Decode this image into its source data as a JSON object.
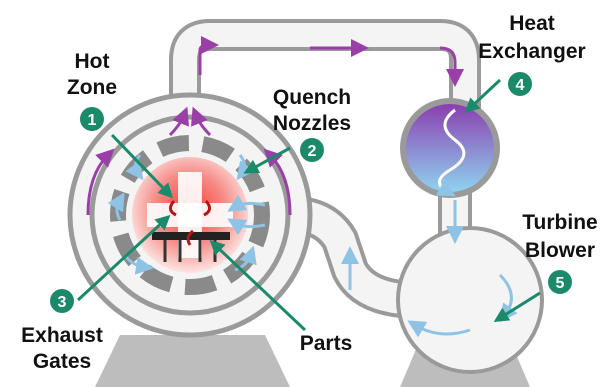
{
  "labels": {
    "hot_zone": {
      "line1": "Hot",
      "line2": "Zone",
      "number": "1"
    },
    "quench_nozzles": {
      "line1": "Quench",
      "line2": "Nozzles",
      "number": "2"
    },
    "exhaust_gates": {
      "line1": "Exhaust",
      "line2": "Gates",
      "number": "3"
    },
    "heat_exchanger": {
      "line1": "Heat",
      "line2": "Exchanger",
      "number": "4"
    },
    "turbine_blower": {
      "line1": "Turbine",
      "line2": "Blower",
      "number": "5"
    },
    "parts": {
      "line1": "Parts"
    }
  },
  "colors": {
    "badge": "#1a8a6a",
    "pipe": "#9a9a9a",
    "pipe_fill": "#f4f4f4",
    "flow_arrow": "#8fc3e6",
    "return_arrow": "#9a3fa8",
    "hot_core": "#e53030",
    "heat_exchanger_top": "#8a3fb0",
    "heat_exchanger_bottom": "#8fd3f0",
    "stand": "#bdbdbd"
  },
  "icons": {
    "gas_flow": "wavy-arrow-icon",
    "callout": "pointer-arrow-icon"
  }
}
